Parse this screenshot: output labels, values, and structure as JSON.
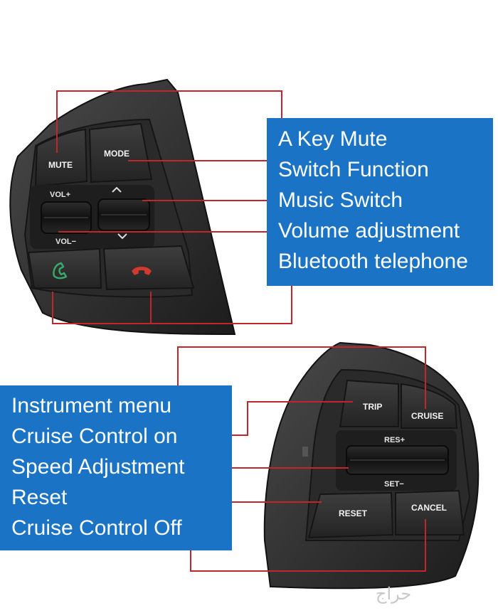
{
  "panel_top": {
    "callouts": [
      "A Key Mute",
      "Switch Function",
      "Music Switch",
      "Volume adjustment",
      "Bluetooth telephone"
    ],
    "buttons": {
      "mute": "MUTE",
      "mode": "MODE",
      "vol_plus": "VOL+",
      "vol_minus": "VOL−"
    },
    "icons": [
      "phone-answer-icon",
      "phone-hangup-icon",
      "chevron-up-icon",
      "chevron-down-icon"
    ],
    "colors": {
      "callout_box": "#1a73c4",
      "leader_line": "#c0272d",
      "answer_icon": "#3aa66a",
      "hangup_icon": "#d23a2e"
    }
  },
  "panel_bottom": {
    "callouts": [
      "Instrument menu",
      "Cruise Control on",
      "Speed Adjustment",
      "Reset",
      "Cruise Control Off"
    ],
    "buttons": {
      "trip": "TRIP",
      "cruise": "CRUISE",
      "res_plus": "RES+",
      "set_minus": "SET−",
      "reset": "RESET",
      "cancel": "CANCEL"
    }
  },
  "watermark": "حراج"
}
